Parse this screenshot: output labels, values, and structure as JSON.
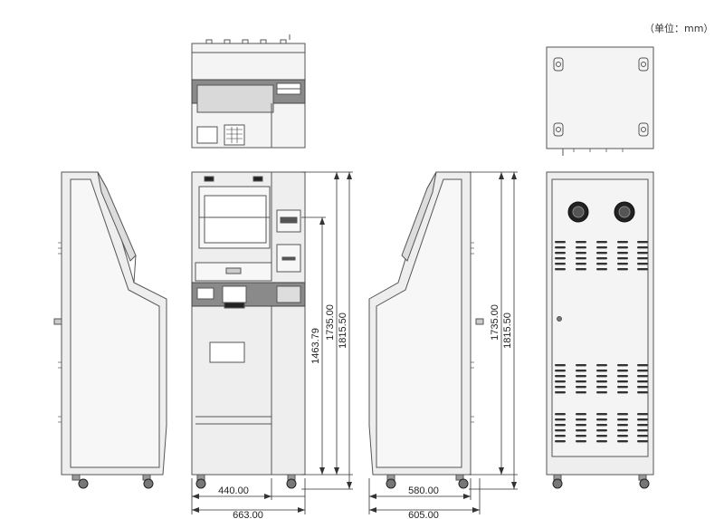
{
  "unit_note": "（单位：mm）",
  "colors": {
    "body": "#eeeeee",
    "panel": "#f4f4f4",
    "band": "#8a8a8a",
    "line": "#555555",
    "dark": "#222222"
  },
  "dimensions": {
    "front_width_inner": "440.00",
    "front_width_total": "663.00",
    "front_height_mid": "1463.79",
    "front_height_top": "1735.00",
    "front_height_total": "1815.50",
    "side_height_top": "1735.00",
    "side_height_total": "1815.50",
    "side_width_inner": "580.00",
    "side_width_total": "605.00"
  }
}
